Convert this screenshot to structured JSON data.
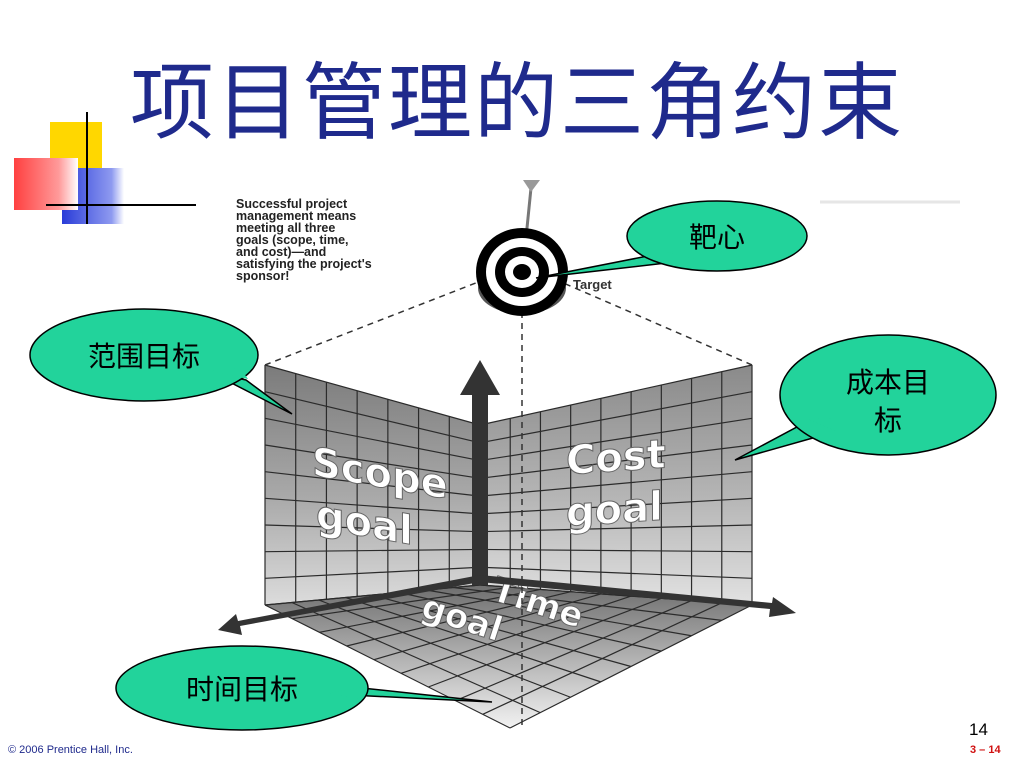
{
  "title": "项目管理的三角约束",
  "caption_lines": [
    "Successful project",
    "management means",
    "meeting all three",
    "goals (scope, time,",
    "and cost)—and",
    "satisfying the project's",
    "sponsor!"
  ],
  "target_label": "Target",
  "wall_labels": {
    "scope_line1": "Scope",
    "scope_line2": "goal",
    "cost_line1": "Cost",
    "cost_line2": "goal",
    "time_line1": "Time",
    "time_line2": "goal"
  },
  "callouts": {
    "target": "靶心",
    "scope": "范围目标",
    "cost_line1": "成本目",
    "cost_line2": "标",
    "time": "时间目标"
  },
  "footer": {
    "copyright": "© 2006 Prentice Hall, Inc.",
    "page_number": "14",
    "chapter_code": "3 – 14"
  },
  "colors": {
    "title": "#1f2a8c",
    "callout_fill": "#22d39b",
    "deco_yellow": "#ffd700",
    "deco_red": "#ff4040",
    "deco_blue": "#2a3cd8"
  }
}
